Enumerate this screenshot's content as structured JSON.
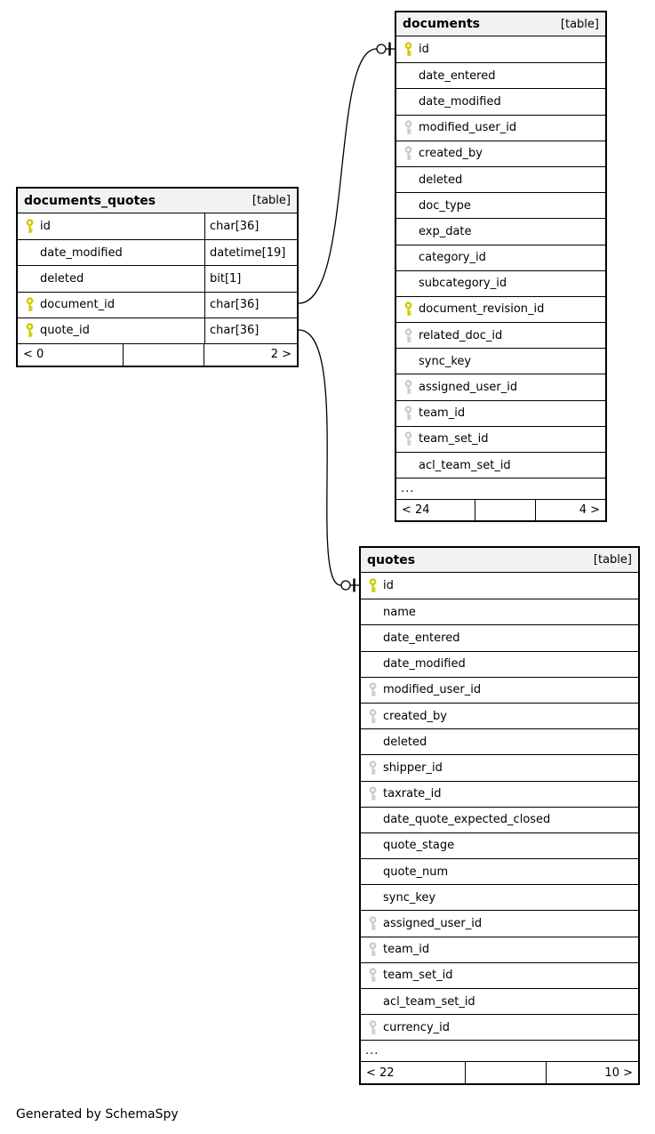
{
  "diagram": {
    "credit": "Generated by SchemaSpy",
    "colors": {
      "primary_key_icon": "#cccc00",
      "foreign_key_icon": "#cccccc",
      "header_background": "#f2f2f2",
      "border": "#000000",
      "edge": "#000000"
    },
    "tables": [
      {
        "name": "documents_quotes",
        "tag": "[table]",
        "columns": [
          {
            "name": "id",
            "type": "char[36]",
            "key": "primary"
          },
          {
            "name": "date_modified",
            "type": "datetime[19]",
            "key": "none"
          },
          {
            "name": "deleted",
            "type": "bit[1]",
            "key": "none"
          },
          {
            "name": "document_id",
            "type": "char[36]",
            "key": "primary"
          },
          {
            "name": "quote_id",
            "type": "char[36]",
            "key": "primary"
          }
        ],
        "ellipsis": "",
        "footer": {
          "left": "< 0",
          "middle": "",
          "right": "2 >"
        }
      },
      {
        "name": "documents",
        "tag": "[table]",
        "columns": [
          {
            "name": "id",
            "key": "primary"
          },
          {
            "name": "date_entered",
            "key": "none"
          },
          {
            "name": "date_modified",
            "key": "none"
          },
          {
            "name": "modified_user_id",
            "key": "foreign"
          },
          {
            "name": "created_by",
            "key": "foreign"
          },
          {
            "name": "deleted",
            "key": "none"
          },
          {
            "name": "doc_type",
            "key": "none"
          },
          {
            "name": "exp_date",
            "key": "none"
          },
          {
            "name": "category_id",
            "key": "none"
          },
          {
            "name": "subcategory_id",
            "key": "none"
          },
          {
            "name": "document_revision_id",
            "key": "primary"
          },
          {
            "name": "related_doc_id",
            "key": "foreign"
          },
          {
            "name": "sync_key",
            "key": "none"
          },
          {
            "name": "assigned_user_id",
            "key": "foreign"
          },
          {
            "name": "team_id",
            "key": "foreign"
          },
          {
            "name": "team_set_id",
            "key": "foreign"
          },
          {
            "name": "acl_team_set_id",
            "key": "none"
          }
        ],
        "ellipsis": "...",
        "footer": {
          "left": "< 24",
          "middle": "",
          "right": "4 >"
        }
      },
      {
        "name": "quotes",
        "tag": "[table]",
        "columns": [
          {
            "name": "id",
            "key": "primary"
          },
          {
            "name": "name",
            "key": "none"
          },
          {
            "name": "date_entered",
            "key": "none"
          },
          {
            "name": "date_modified",
            "key": "none"
          },
          {
            "name": "modified_user_id",
            "key": "foreign"
          },
          {
            "name": "created_by",
            "key": "foreign"
          },
          {
            "name": "deleted",
            "key": "none"
          },
          {
            "name": "shipper_id",
            "key": "foreign"
          },
          {
            "name": "taxrate_id",
            "key": "foreign"
          },
          {
            "name": "date_quote_expected_closed",
            "key": "none"
          },
          {
            "name": "quote_stage",
            "key": "none"
          },
          {
            "name": "quote_num",
            "key": "none"
          },
          {
            "name": "sync_key",
            "key": "none"
          },
          {
            "name": "assigned_user_id",
            "key": "foreign"
          },
          {
            "name": "team_id",
            "key": "foreign"
          },
          {
            "name": "team_set_id",
            "key": "foreign"
          },
          {
            "name": "acl_team_set_id",
            "key": "none"
          },
          {
            "name": "currency_id",
            "key": "foreign"
          }
        ],
        "ellipsis": "...",
        "footer": {
          "left": "< 22",
          "middle": "",
          "right": "10 >"
        }
      }
    ],
    "relationships": [
      {
        "from": "documents_quotes.document_id",
        "to": "documents.id"
      },
      {
        "from": "documents_quotes.quote_id",
        "to": "quotes.id"
      }
    ]
  }
}
